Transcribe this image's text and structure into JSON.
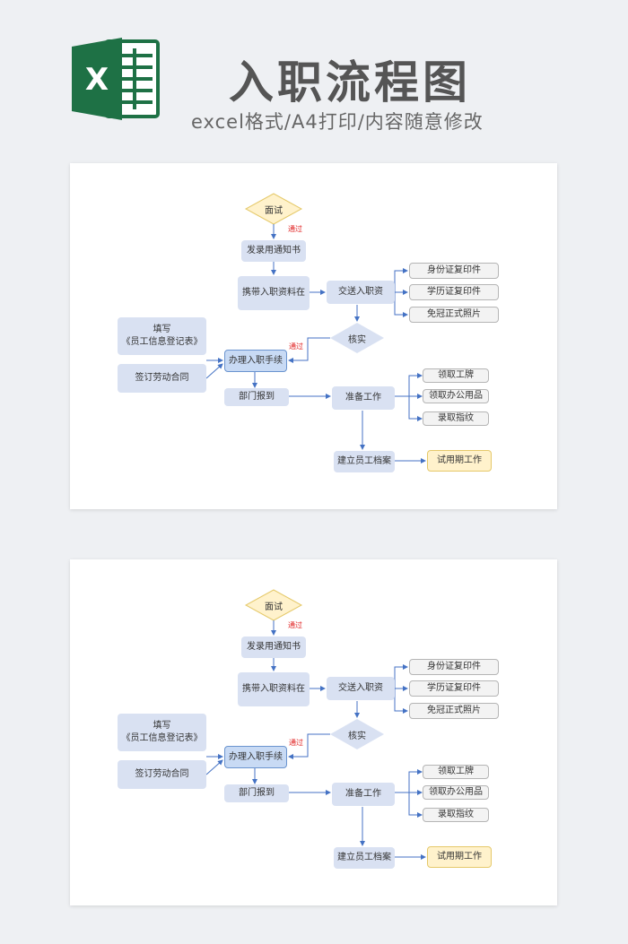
{
  "header": {
    "logo_letter": "X",
    "title": "入职流程图",
    "subtitle": "excel格式/A4打印/内容随意修改"
  },
  "flow": {
    "interview": "面试",
    "pass1": "通过",
    "offer": "发录用通知书",
    "bring_docs": "携带入职资料在",
    "submit_docs": "交送入职资",
    "id_copy": "身份证复印件",
    "edu_copy": "学历证复印件",
    "photo": "免冠正式照片",
    "verify": "核实",
    "pass2": "通过",
    "fill_line1": "填写",
    "fill_line2": "《员工信息登记表》",
    "contract": "签订劳动合同",
    "onboard": "办理入职手续",
    "report": "部门报到",
    "prepare": "准备工作",
    "badge": "领取工牌",
    "office_supplies": "领取办公用品",
    "fingerprint": "录取指纹",
    "archive": "建立员工档案",
    "probation": "试用期工作"
  },
  "colors": {
    "excel_green": "#1e7145",
    "node_blue": "#d9e1f2",
    "node_yellow": "#fff2cc",
    "arrow": "#4472c4",
    "pass_red": "#e02020"
  }
}
